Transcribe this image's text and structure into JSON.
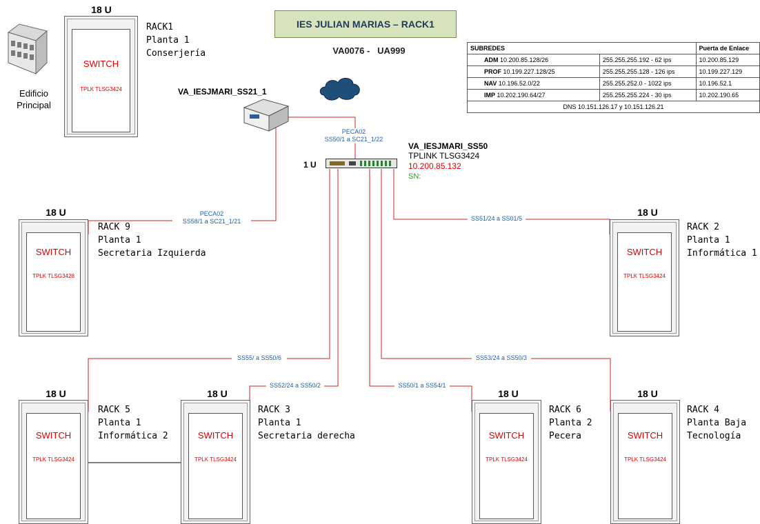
{
  "title": "IES JULIAN MARIAS – RACK1",
  "subtitle": {
    "left": "VA0076 -",
    "right": "UA999"
  },
  "building": {
    "label_line1": "Edificio",
    "label_line2": "Principal"
  },
  "router": {
    "name": "VA_IESJMARI_SS21_1"
  },
  "main_switch": {
    "units": "1 U",
    "name": "VA_IESJMARI_SS50",
    "model": "TPLINK TLSG3424",
    "ip": "10.200.85.132",
    "sn": "SN:",
    "ip_color": "#e00000",
    "sn_color": "#2e9b2e"
  },
  "racks": [
    {
      "id": "rack1",
      "units": "18 U",
      "switch": "SWITCH",
      "model": "TPLK TLSG3424",
      "lines": [
        "RACK1",
        "Planta 1",
        "Conserjería"
      ]
    },
    {
      "id": "rack9",
      "units": "18 U",
      "switch": "SWITCH",
      "model": "TPLK TLSG3428",
      "lines": [
        "RACK 9",
        "Planta 1",
        "Secretaria Izquierda"
      ]
    },
    {
      "id": "rack2",
      "units": "18 U",
      "switch": "SWITCH",
      "model": "TPLK TLSG3424",
      "lines": [
        "RACK 2",
        "Planta 1",
        "Informática 1"
      ]
    },
    {
      "id": "rack5",
      "units": "18 U",
      "switch": "SWITCH",
      "model": "TPLK TLSG3424",
      "lines": [
        "RACK 5",
        "Planta 1",
        "Informática 2"
      ]
    },
    {
      "id": "rack3",
      "units": "18 U",
      "switch": "SWITCH",
      "model": "TPLK TLSG3424",
      "lines": [
        "RACK 3",
        "Planta 1",
        "Secretaria derecha"
      ]
    },
    {
      "id": "rack6",
      "units": "18 U",
      "switch": "SWITCH",
      "model": "TPLK TLSG3424",
      "lines": [
        "RACK 6",
        "Planta 2",
        "Pecera"
      ]
    },
    {
      "id": "rack4",
      "units": "18 U",
      "switch": "SWITCH",
      "model": "TPLK TLSG3424",
      "lines": [
        "RACK 4",
        "Planta Baja",
        "Tecnología"
      ]
    }
  ],
  "links": {
    "router_to_switch": {
      "line1": "PECA02",
      "line2": "SS50/1 a SC21_1/22"
    },
    "rack9": {
      "line1": "PECA02",
      "line2": "SS58/1 a SC21_1/21"
    },
    "rack2": "SS51/24 a SS01/5",
    "rack5": "SS55/ a SS50/6",
    "rack3": "SS52/24 a SS50/2",
    "rack6": "SS50/1 a SS54/1",
    "rack4": "SS53/24 a SS50/3"
  },
  "subnets": {
    "header": [
      "SUBREDES",
      "Puerta de Enlace"
    ],
    "rows": [
      {
        "name": "ADM",
        "net": "10.200.85.128/26",
        "mask": "255.255.255.192 -",
        "ips": "62 ips",
        "gateway": "10.200.85.129"
      },
      {
        "name": "PROF",
        "net": "10.199.227.128/25",
        "mask": "255.255.255.128 -",
        "ips": "126 ips",
        "gateway": "10.199.227.129"
      },
      {
        "name": "NAV",
        "net": "10.196.52.0/22",
        "mask": "255.255.252.0",
        "ips": "- 1022 ips",
        "gateway": "10.196.52.1"
      },
      {
        "name": "IMP",
        "net": "10.202.190.64/27",
        "mask": "255.255.255.224 -",
        "ips": "30 ips",
        "gateway": "10.202.190.65"
      }
    ],
    "dns": "DNS 10.151.126.17 y 10.151.126.21"
  },
  "colors": {
    "wire_red": "#d42020",
    "wire_black": "#000000",
    "link_label": "#1f5fa8",
    "switch_text": "#e00000",
    "title_bg": "#d7e3bc"
  }
}
